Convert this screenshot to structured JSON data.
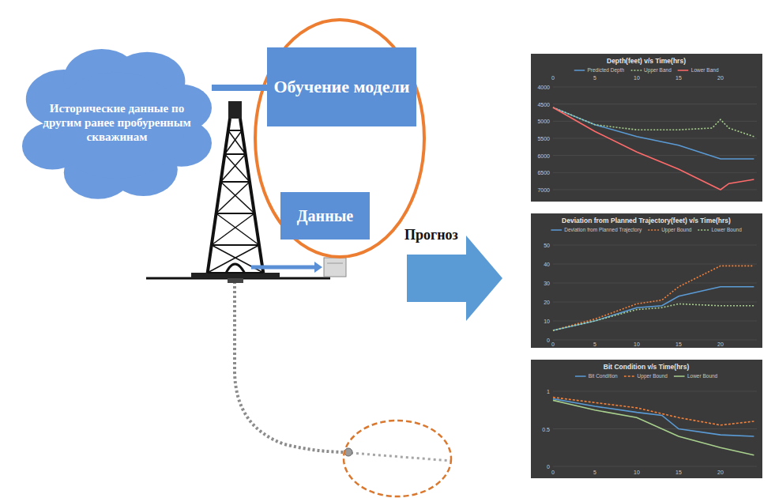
{
  "diagram": {
    "nodes": [
      {
        "text": [
          "Исторические данные по другим ранее пробуренным скважинам"
        ]
      },
      {
        "text": [
          "Обучение модели"
        ]
      },
      {
        "text": [
          "Данные"
        ]
      }
    ],
    "edges": [
      {
        "from": 0,
        "to": 1,
        "arrow": "none"
      }
    ],
    "labels": [
      "Прогноз",
      "Depth(feet) v/s Time(hrs)",
      "0",
      "5",
      "10",
      "15",
      "20",
      "4000",
      "4500",
      "5000",
      "5500",
      "6000",
      "6500",
      "7000",
      "Deviation from Planned Trajectory(feet) v/s Time(hrs)",
      "0",
      "10",
      "20",
      "30",
      "40",
      "50",
      "0",
      "5",
      "10",
      "15",
      "20",
      "Bit Condition v/s Time(hrs)",
      "0",
      "0.5",
      "1",
      "0",
      "5",
      "10",
      "15",
      "20"
    ],
    "legend": [
      {
        "text": "Predicted Depth"
      },
      {
        "text": "Upper Band"
      },
      {
        "text": "Lower Band"
      },
      {
        "text": "Deviation from Planned Trajectory"
      },
      {
        "text": "Upper Bound"
      },
      {
        "text": "Lower Bound"
      },
      {
        "text": "Bit Condition"
      },
      {
        "text": "Upper Bound"
      },
      {
        "text": "Lower Bound"
      }
    ]
  }
}
